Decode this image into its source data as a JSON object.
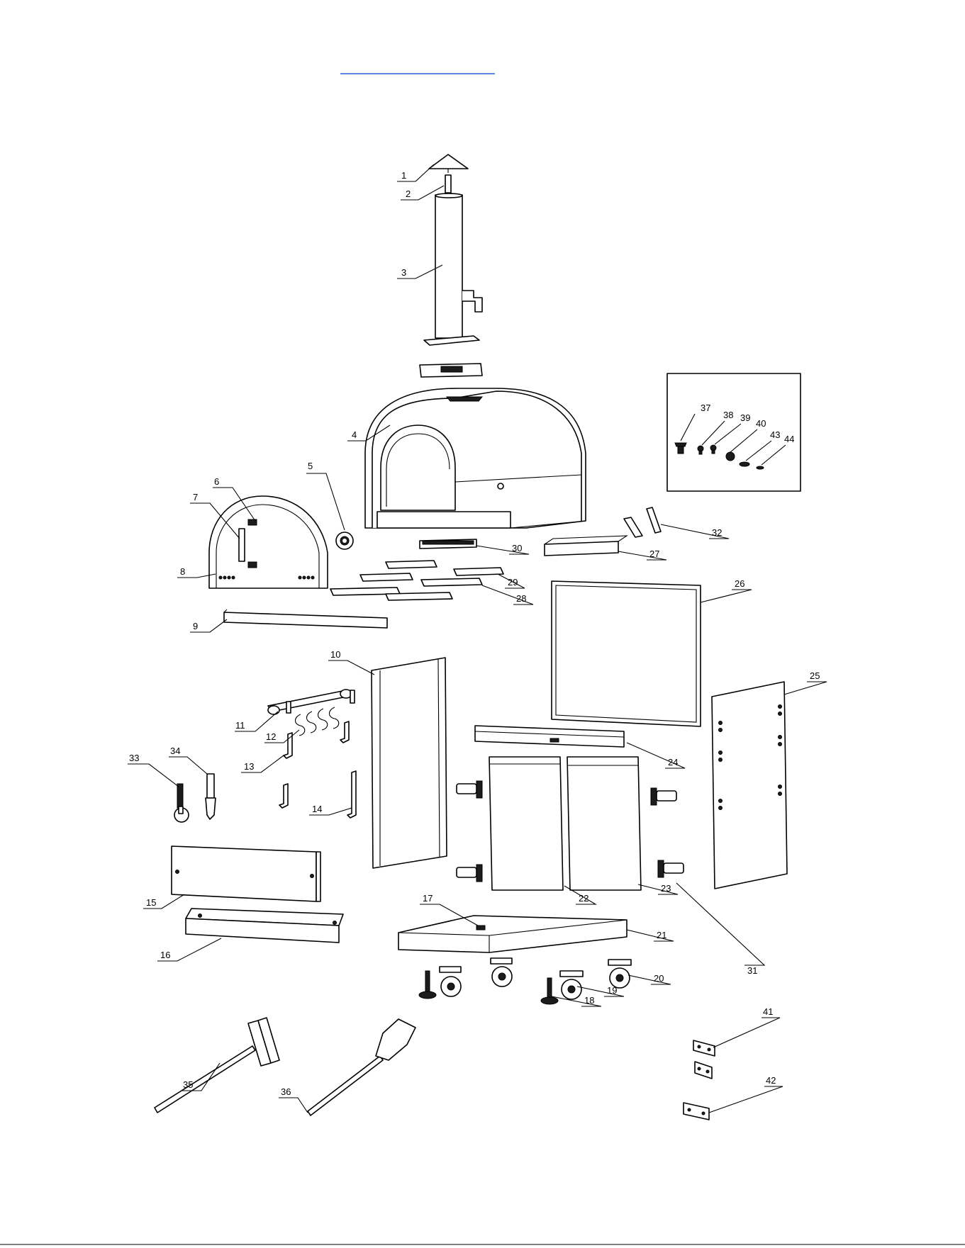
{
  "document": {
    "header_link_text": "",
    "accent_link_color": "#2b63d6",
    "line_color": "#000000"
  },
  "diagram": {
    "type": "exploded-parts-view",
    "part_numbers": [
      "1",
      "2",
      "3",
      "4",
      "5",
      "6",
      "7",
      "8",
      "9",
      "10",
      "11",
      "12",
      "13",
      "14",
      "15",
      "16",
      "17",
      "18",
      "19",
      "20",
      "21",
      "22",
      "23",
      "24",
      "25",
      "26",
      "27",
      "28",
      "29",
      "30",
      "31",
      "32",
      "33",
      "34",
      "35",
      "36",
      "37",
      "38",
      "39",
      "40",
      "41",
      "42",
      "43",
      "44"
    ],
    "hardware_box_labels": [
      "37",
      "38",
      "39",
      "40",
      "43",
      "44"
    ]
  }
}
